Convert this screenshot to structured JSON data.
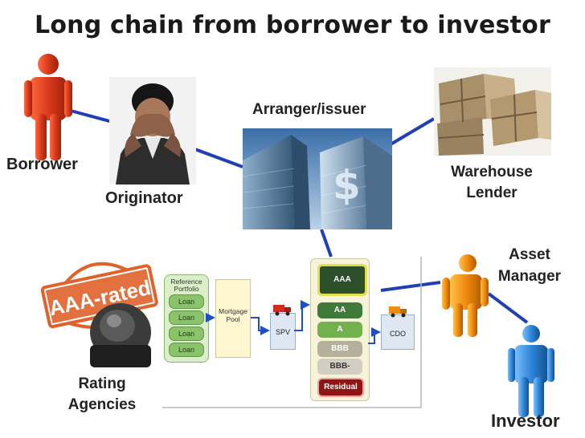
{
  "title": "Long chain from borrower to investor",
  "labels": {
    "borrower": "Borrower",
    "originator": "Originator",
    "arranger": "Arranger/issuer",
    "warehouse_line1": "Warehouse",
    "warehouse_line2": "Lender",
    "asset_line1": "Asset",
    "asset_line2": "Manager",
    "rating_line1": "Rating",
    "rating_line2": "Agencies",
    "investor": "Investor"
  },
  "stamp": {
    "text": "AAA-rated"
  },
  "flow": {
    "reference_title": "Reference Portfolio",
    "loans": [
      "Loan",
      "Loan",
      "Loan",
      "Loan"
    ],
    "pool_label": "Mortgage Pool",
    "spv_label": "SPV",
    "cdo_label": "CDO",
    "tranches": [
      "AAA",
      "AA",
      "A",
      "BBB",
      "BBB-",
      "Residual"
    ]
  },
  "colors": {
    "person_red": "#d93a1c",
    "person_orange": "#f08a10",
    "person_blue": "#2f86d8",
    "connector": "#1f3fb4"
  }
}
